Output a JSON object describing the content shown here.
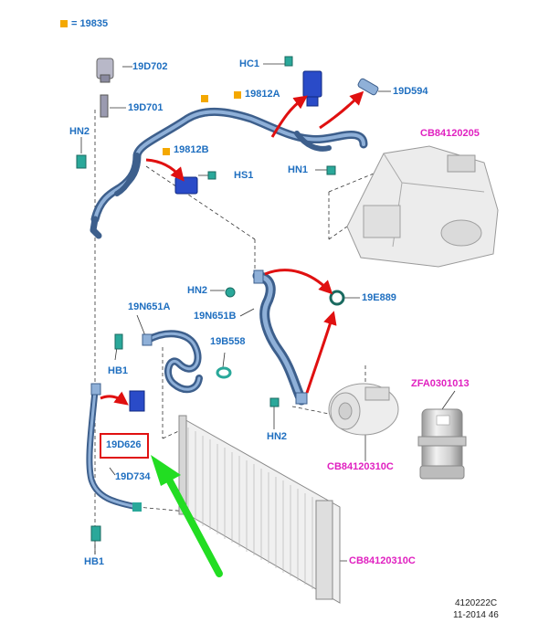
{
  "legend": {
    "marker_color": "#f4a800",
    "code": "= 19835"
  },
  "labels": {
    "p19D702": "19D702",
    "p19D701": "19D701",
    "hn2_top": "HN2",
    "hc1": "HC1",
    "p19812A": "19812A",
    "p19D594": "19D594",
    "p19812B": "19812B",
    "hs1": "HS1",
    "hn1": "HN1",
    "cb84120205": "CB84120205",
    "hn2_mid": "HN2",
    "p19E889": "19E889",
    "p19N651A": "19N651A",
    "p19N651B": "19N651B",
    "p19B558": "19B558",
    "hb1_top": "HB1",
    "zfa": "ZFA0301013",
    "p19D626": "19D626",
    "hn2_low": "HN2",
    "cb84120310c_a": "CB84120310C",
    "p19D734": "19D734",
    "hb1_low": "HB1",
    "cb84120310c_b": "CB84120310C"
  },
  "footer": {
    "ref": "4120222C",
    "date": "11-2014 46"
  },
  "colors": {
    "label_blue": "#1f6fc0",
    "label_magenta": "#e020c0",
    "pipe": "#4a6f9e",
    "clip": "#2a4bc8",
    "fitting_teal": "#2aa89a",
    "arrow_red": "#e01010",
    "arrow_green": "#22dd22",
    "highlight_box": "#e01010"
  }
}
